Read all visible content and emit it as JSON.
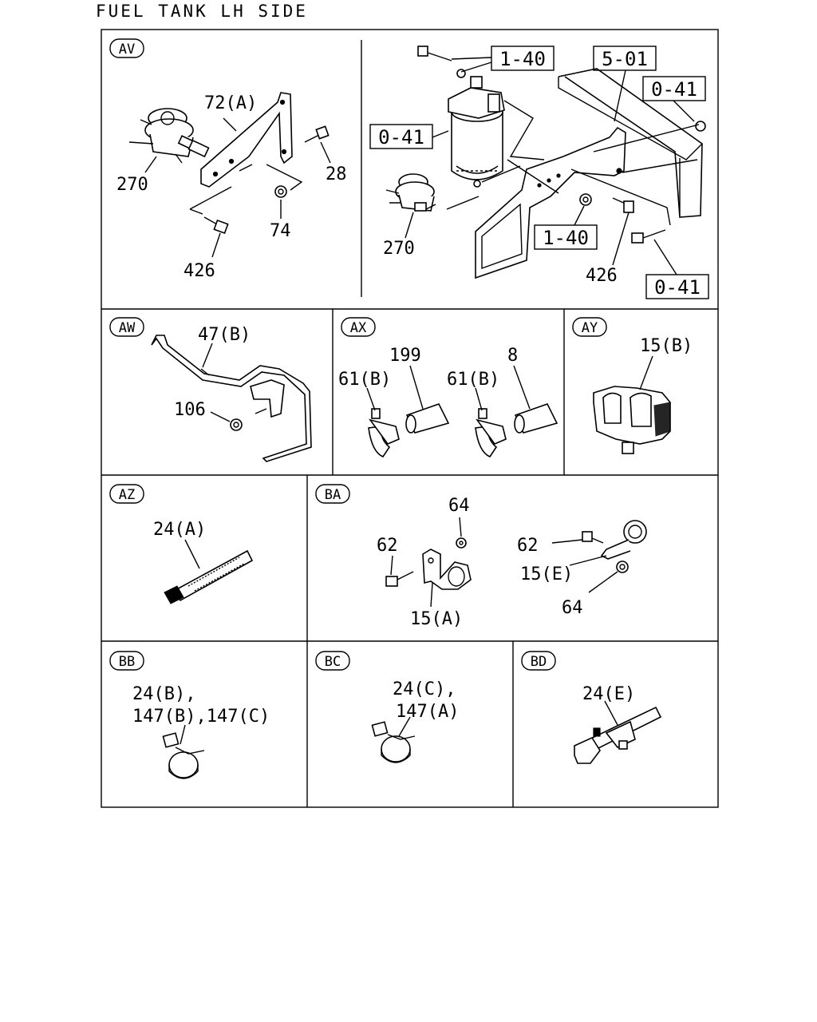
{
  "title": "FUEL TANK LH SIDE",
  "panels": {
    "av": {
      "tag": "AV",
      "labels": [
        "72(A)",
        "270",
        "28",
        "74",
        "426",
        "270",
        "426"
      ],
      "refs": [
        "1-40",
        "5-01",
        "0-41",
        "0-41",
        "1-40",
        "0-41"
      ]
    },
    "aw": {
      "tag": "AW",
      "labels": [
        "47(B)",
        "106"
      ]
    },
    "ax": {
      "tag": "AX",
      "labels": [
        "199",
        "8",
        "61(B)",
        "61(B)"
      ]
    },
    "ay": {
      "tag": "AY",
      "labels": [
        "15(B)"
      ]
    },
    "az": {
      "tag": "AZ",
      "labels": [
        "24(A)"
      ]
    },
    "ba": {
      "tag": "BA",
      "labels": [
        "64",
        "62",
        "62",
        "15(E)",
        "15(A)",
        "64"
      ]
    },
    "bb": {
      "tag": "BB",
      "labels": [
        "24(B),",
        "147(B),147(C)"
      ]
    },
    "bc": {
      "tag": "BC",
      "labels": [
        "24(C),",
        "147(A)"
      ]
    },
    "bd": {
      "tag": "BD",
      "labels": [
        "24(E)"
      ]
    }
  }
}
